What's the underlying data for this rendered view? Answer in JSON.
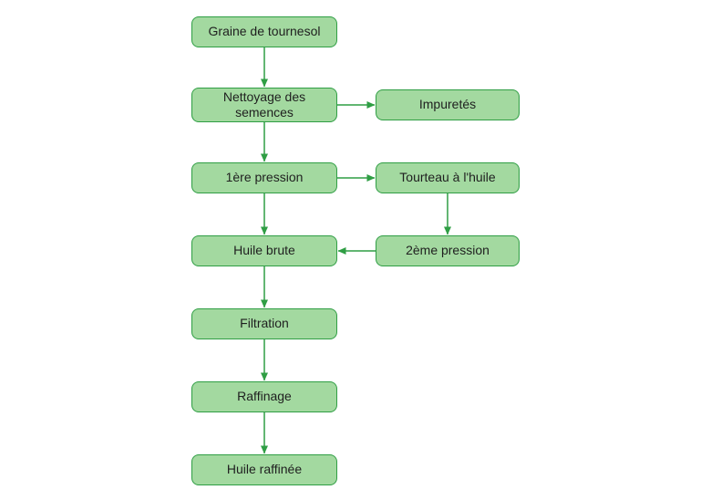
{
  "diagram": {
    "colors": {
      "box_fill": "#a3d9a0",
      "box_border": "#2f9e44",
      "arrow": "#2f9e44",
      "text": "#1f1f1f",
      "background": "#ffffff"
    },
    "nodes": {
      "graine": {
        "label": "Graine de tournesol"
      },
      "nettoyage": {
        "label": "Nettoyage des semences"
      },
      "impuretes": {
        "label": "Impuretés"
      },
      "pression1": {
        "label": "1ère pression"
      },
      "tourteau": {
        "label": "Tourteau à l'huile"
      },
      "huile_brute": {
        "label": "Huile brute"
      },
      "pression2": {
        "label": "2ème pression"
      },
      "filtration": {
        "label": "Filtration"
      },
      "raffinage": {
        "label": "Raffinage"
      },
      "huile_raffinee": {
        "label": "Huile raffinée"
      }
    },
    "edges": [
      {
        "from": "graine",
        "to": "nettoyage",
        "direction": "down"
      },
      {
        "from": "nettoyage",
        "to": "impuretes",
        "direction": "right"
      },
      {
        "from": "nettoyage",
        "to": "pression1",
        "direction": "down"
      },
      {
        "from": "pression1",
        "to": "tourteau",
        "direction": "right"
      },
      {
        "from": "pression1",
        "to": "huile_brute",
        "direction": "down"
      },
      {
        "from": "tourteau",
        "to": "pression2",
        "direction": "down"
      },
      {
        "from": "pression2",
        "to": "huile_brute",
        "direction": "left"
      },
      {
        "from": "huile_brute",
        "to": "filtration",
        "direction": "down"
      },
      {
        "from": "filtration",
        "to": "raffinage",
        "direction": "down"
      },
      {
        "from": "raffinage",
        "to": "huile_raffinee",
        "direction": "down"
      }
    ]
  }
}
